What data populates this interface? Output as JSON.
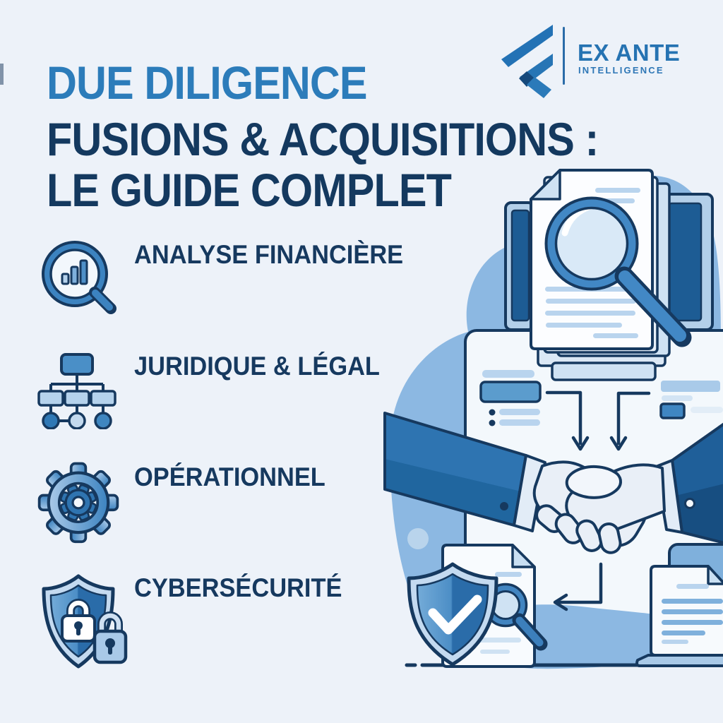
{
  "page": {
    "background": "#edf2f9"
  },
  "logo": {
    "name": "EX ANTE",
    "tagline": "INTELLIGENCE",
    "mark_icon": "flutter-style-chevron-mark",
    "colors": {
      "name": "#2673b2",
      "tagline": "#2e77b6",
      "mark": "#2372b5",
      "mark_dark": "#15497c"
    }
  },
  "title": {
    "line1": "DUE DILIGENCE",
    "line2": "FUSIONS & ACQUISITIONS :",
    "line3": "LE GUIDE COMPLET",
    "line1_color": "#2c7cba",
    "line23_color": "#14395f"
  },
  "items": [
    {
      "icon": "chart-magnifier-icon",
      "label": "ANALYSE FINANCIÈRE"
    },
    {
      "icon": "org-chart-icon",
      "label": "JURIDIQUE & LÉGAL"
    },
    {
      "icon": "gear-icon",
      "label": "OPÉRATIONNEL"
    },
    {
      "icon": "shield-lock-icon",
      "label": "CYBERSÉCURITÉ"
    }
  ],
  "illustration": {
    "elements": [
      "document-stack-icon",
      "magnifying-glass-icon",
      "data-panel-icon",
      "flow-arrow-icon",
      "handshake-icon",
      "shield-check-icon",
      "output-document-icon"
    ]
  },
  "colors": {
    "background": "#edf2f9",
    "navy_outline": "#16395f",
    "accent_blue": "#3c83c0",
    "light_blue": "#b5d2ec",
    "dark_panel_blue": "#1d5c94",
    "blob_blue": "#8cb8e2",
    "sleeve_left": "#2e74b1",
    "sleeve_right": "#1f5f99",
    "cuff": "#e2ecf7",
    "hand": "#e9eff7"
  }
}
